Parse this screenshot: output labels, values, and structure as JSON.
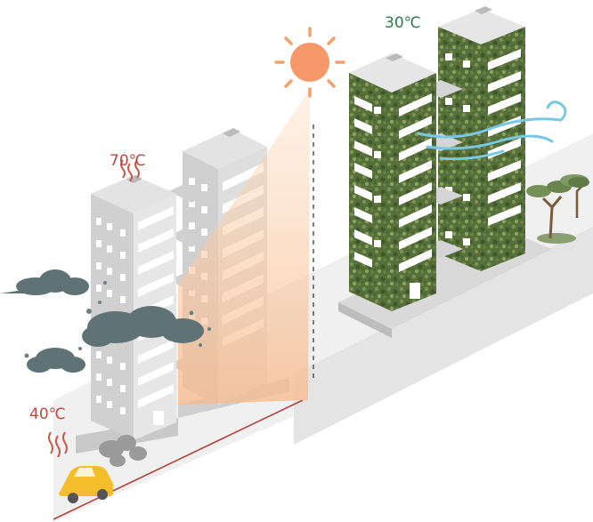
{
  "labels": {
    "roof_temp_hot": "70℃",
    "street_temp_hot": "40℃",
    "roof_temp_green": "30℃"
  },
  "colors": {
    "sun": "#f6986a",
    "sun_rays": "#f3b38b",
    "sunlight_beam": "#fbc9a0",
    "smog": "#5f7377",
    "greenery": "#57703b",
    "breeze": "#77c7e6",
    "heat_waves": "#c75a4c",
    "car": "#f3bd2c",
    "ground_line": "#b4463c"
  },
  "icons": [
    "sun-icon",
    "heat-wave-icon",
    "smog-cloud-icon",
    "car-icon",
    "exhaust-icon",
    "wind-icon",
    "tree-icon"
  ]
}
